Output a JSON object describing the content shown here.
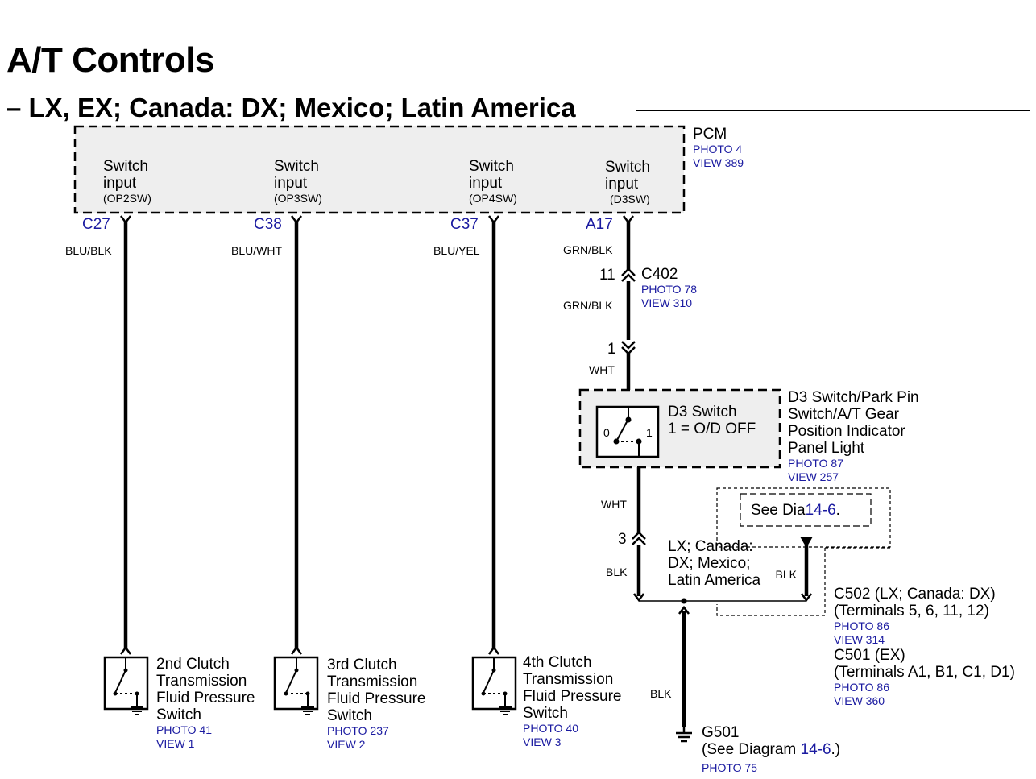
{
  "header": {
    "title": "A/T Controls",
    "subtitle": "– LX, EX; Canada: DX; Mexico; Latin America"
  },
  "pcm": {
    "name": "PCM",
    "photo": "PHOTO 4",
    "view": "VIEW 389",
    "inputs": [
      {
        "line1": "Switch",
        "line2": "input",
        "signal": "(OP2SW)",
        "pin": "C27",
        "wire": "BLU/BLK"
      },
      {
        "line1": "Switch",
        "line2": "input",
        "signal": "(OP3SW)",
        "pin": "C38",
        "wire": "BLU/WHT"
      },
      {
        "line1": "Switch",
        "line2": "input",
        "signal": "(OP4SW)",
        "pin": "C37",
        "wire": "BLU/YEL"
      },
      {
        "line1": "Switch",
        "line2": "input",
        "signal": "(D3SW)",
        "pin": "A17",
        "wire": "GRN/BLK"
      }
    ]
  },
  "c402": {
    "name": "C402",
    "photo": "PHOTO 78",
    "view": "VIEW 310",
    "pin_top": "11",
    "pin_bottom": "1",
    "wire_below": "GRN/BLK",
    "wire_after": "WHT"
  },
  "d3_switch": {
    "inner_line1": "D3 Switch",
    "inner_line2": "1 = O/D OFF",
    "pos0": "0",
    "pos1": "1",
    "assembly_lines": [
      "D3 Switch/Park Pin",
      "Switch/A/T Gear",
      "Position Indicator",
      "Panel Light"
    ],
    "photo": "PHOTO 87",
    "view": "VIEW 257",
    "wire_out": "WHT"
  },
  "see_diagram_box": {
    "prefix": "See Dia",
    "ref": "14-6",
    "suffix": "."
  },
  "lx_note": {
    "lines": [
      "LX; Canada:",
      "DX; Mexico;",
      "Latin America"
    ],
    "pin": "3",
    "wire": "BLK",
    "wire_right": "BLK"
  },
  "c502": {
    "line1": "C502 (LX; Canada: DX)",
    "line2": "(Terminals 5, 6, 11, 12)",
    "photo": "PHOTO 86",
    "view": "VIEW 314"
  },
  "c501": {
    "line1": "C501 (EX)",
    "line2": "(Terminals A1, B1, C1, D1)",
    "photo": "PHOTO 86",
    "view": "VIEW 360"
  },
  "ground": {
    "wire": "BLK",
    "name": "G501",
    "see_prefix": "(See Diagram ",
    "see_ref": "14-6",
    "see_suffix": ".)",
    "photo": "PHOTO 75"
  },
  "pressure_switches": [
    {
      "lines": [
        "2nd Clutch",
        "Transmission",
        "Fluid Pressure",
        "Switch"
      ],
      "photo": "PHOTO 41",
      "view": "VIEW 1"
    },
    {
      "lines": [
        "3rd Clutch",
        "Transmission",
        "Fluid Pressure",
        "Switch"
      ],
      "photo": "PHOTO 237",
      "view": "VIEW 2"
    },
    {
      "lines": [
        "4th Clutch",
        "Transmission",
        "Fluid Pressure",
        "Switch"
      ],
      "photo": "PHOTO 40",
      "view": "VIEW 3"
    }
  ]
}
